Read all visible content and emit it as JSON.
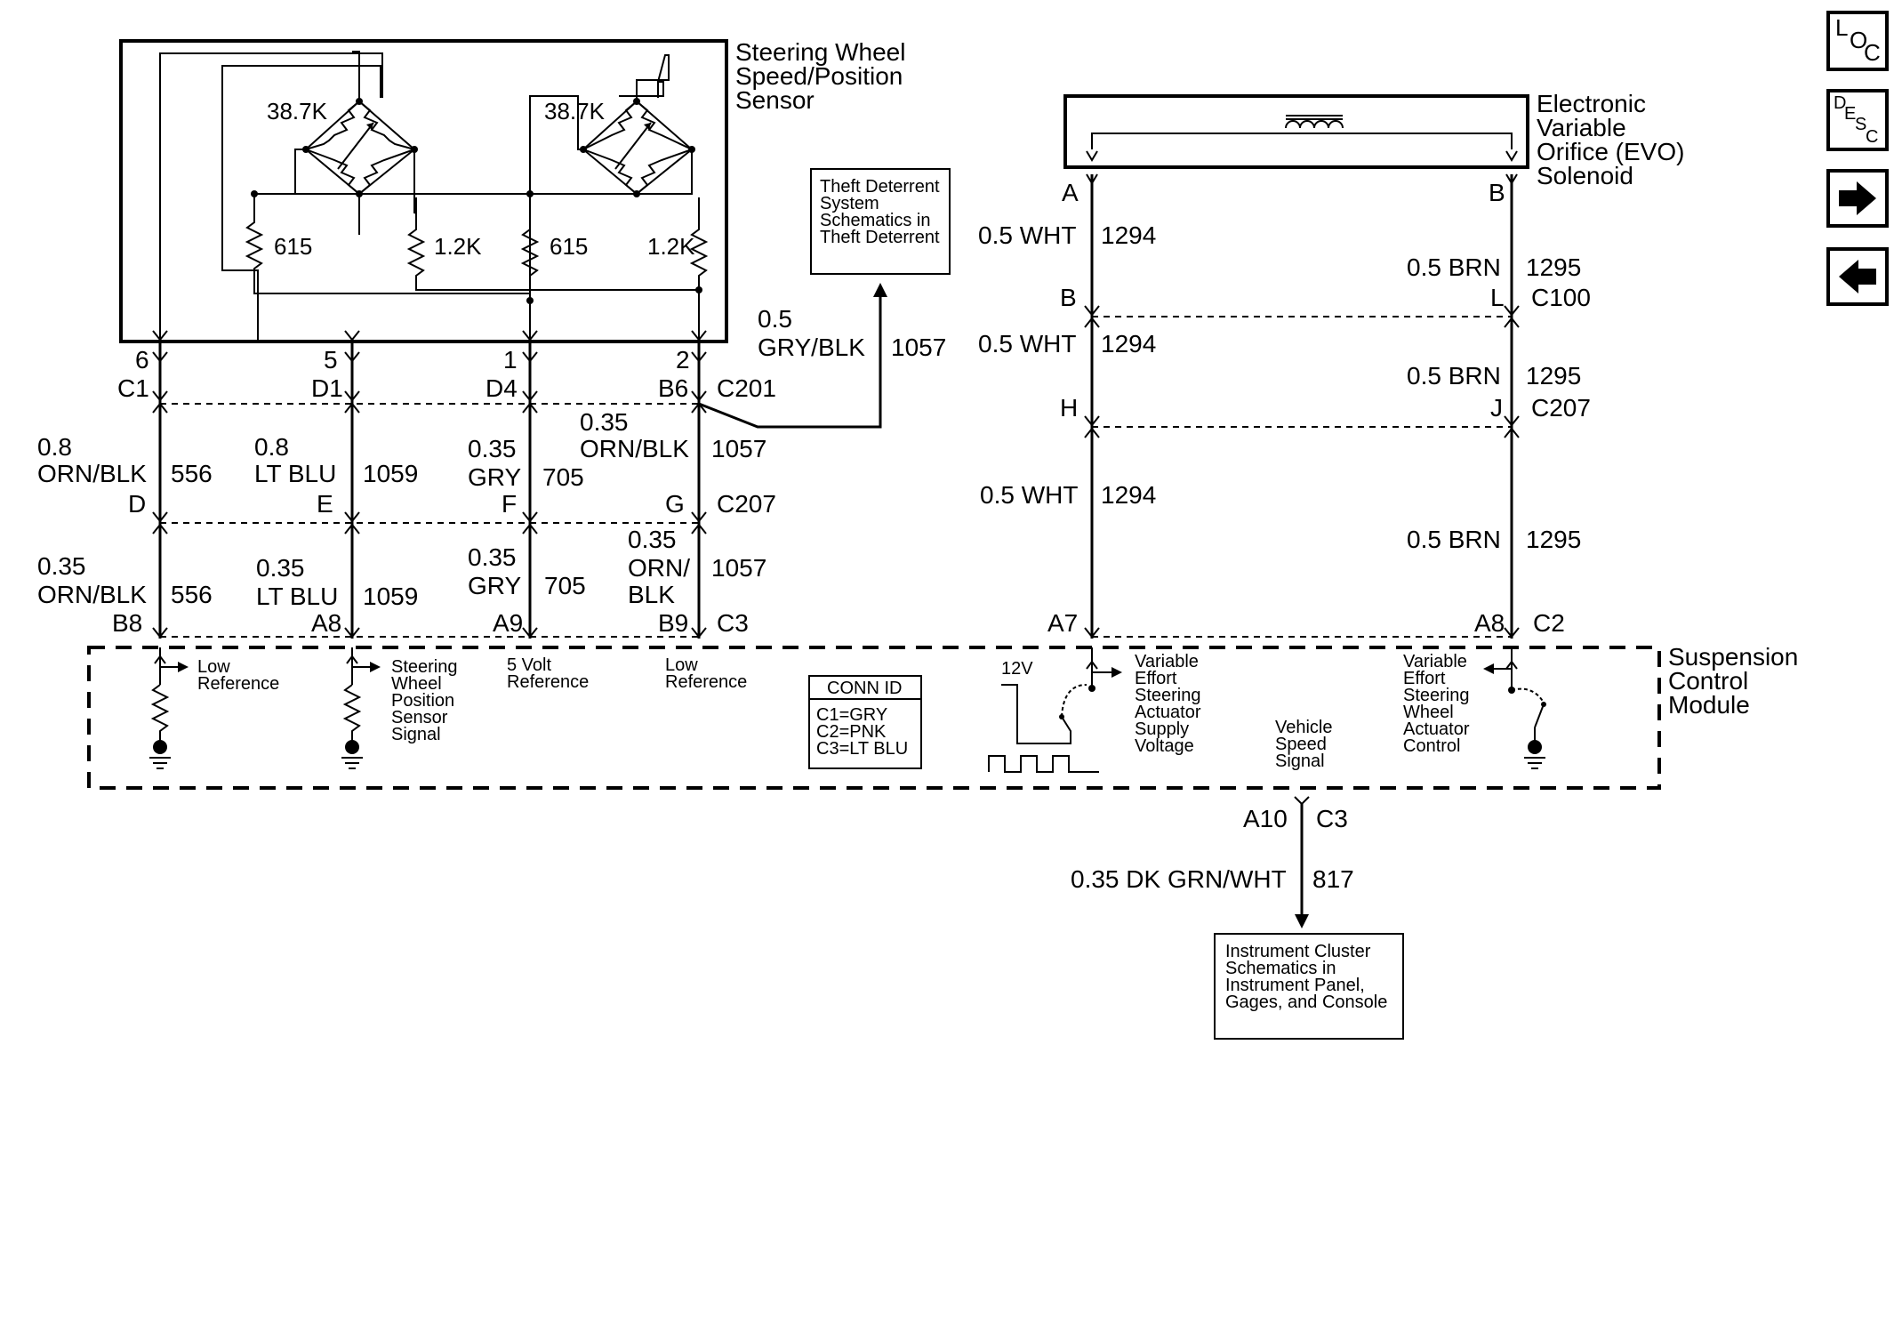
{
  "components": {
    "sensor": "Steering Wheel\nSpeed/Position\nSensor",
    "evo": "Electronic\nVariable\nOrifice (EVO)\nSolenoid",
    "module": "Suspension\nControl\nModule",
    "theft": "Theft Deterrent\nSystem\nSchematics in\nTheft Deterrent",
    "cluster": "Instrument Cluster\nSchematics in\nInstrument Panel,\nGages, and Console"
  },
  "sensor_values": {
    "r1": "38.7K",
    "r2": "38.7K",
    "r3": "615",
    "r4": "1.2K",
    "r5": "615",
    "r6": "1.2K"
  },
  "pins": {
    "s_6": "6",
    "s_5": "5",
    "s_1": "1",
    "s_2": "2",
    "c1": "C1",
    "d1": "D1",
    "d4": "D4",
    "b6": "B6",
    "c201": "C201",
    "d": "D",
    "e": "E",
    "f": "F",
    "g": "G",
    "c207": "C207",
    "b8": "B8",
    "a8": "A8",
    "a9": "A9",
    "b9": "B9",
    "c3": "C3",
    "evo_a": "A",
    "evo_b": "B",
    "b": "B",
    "l": "L",
    "c100": "C100",
    "h": "H",
    "j": "J",
    "c207b": "C207",
    "a7": "A7",
    "a8b": "A8",
    "c2": "C2",
    "a10": "A10",
    "c3b": "C3"
  },
  "wires": {
    "w556a_g": "0.8",
    "w556a_c": "ORN/BLK",
    "w556a_n": "556",
    "w1059a_g": "0.8",
    "w1059a_c": "LT BLU",
    "w1059a_n": "1059",
    "w705a_g": "0.35",
    "w705a_c": "GRY",
    "w705a_n": "705",
    "w1057a_g": "0.35",
    "w1057a_c": "ORN/BLK",
    "w1057a_n": "1057",
    "w1057t_g": "0.5",
    "w1057t_c": "GRY/BLK",
    "w1057t_n": "1057",
    "w556b_g": "0.35",
    "w556b_c": "ORN/BLK",
    "w556b_n": "556",
    "w1059b_g": "0.35",
    "w1059b_c": "LT BLU",
    "w1059b_n": "1059",
    "w705b_g": "0.35",
    "w705b_c": "GRY",
    "w705b_n": "705",
    "w1057b_g": "0.35",
    "w1057b_c1": "ORN/",
    "w1057b_c2": "BLK",
    "w1057b_n": "1057",
    "w1294a": "0.5 WHT",
    "w1294a_n": "1294",
    "w1294b": "0.5 WHT",
    "w1294b_n": "1294",
    "w1294c": "0.5 WHT",
    "w1294c_n": "1294",
    "w1295a": "0.5 BRN",
    "w1295a_n": "1295",
    "w1295b": "0.5 BRN",
    "w1295b_n": "1295",
    "w1295c": "0.5 BRN",
    "w1295c_n": "1295",
    "w817": "0.35 DK GRN/WHT",
    "w817_n": "817"
  },
  "module_labels": {
    "low_ref_1": "Low\nReference",
    "swps": "Steering\nWheel\nPosition\nSensor\nSignal",
    "five_v": "5 Volt\nReference",
    "low_ref_2": "Low\nReference",
    "conn_id_title": "CONN ID",
    "conn_id_lines": "C1=GRY\nC2=PNK\nC3=LT BLU",
    "v12": "12V",
    "vess": "Variable\nEffort\nSteering\nActuator\nSupply\nVoltage",
    "vss": "Vehicle\nSpeed\nSignal",
    "veswac": "Variable\nEffort\nSteering\nWheel\nActuator\nControl"
  },
  "nav": {
    "loc_l": "L",
    "loc_o": "O",
    "loc_c": "C",
    "desc_d": "D",
    "desc_e": "E",
    "desc_s": "S",
    "desc_c": "C"
  }
}
